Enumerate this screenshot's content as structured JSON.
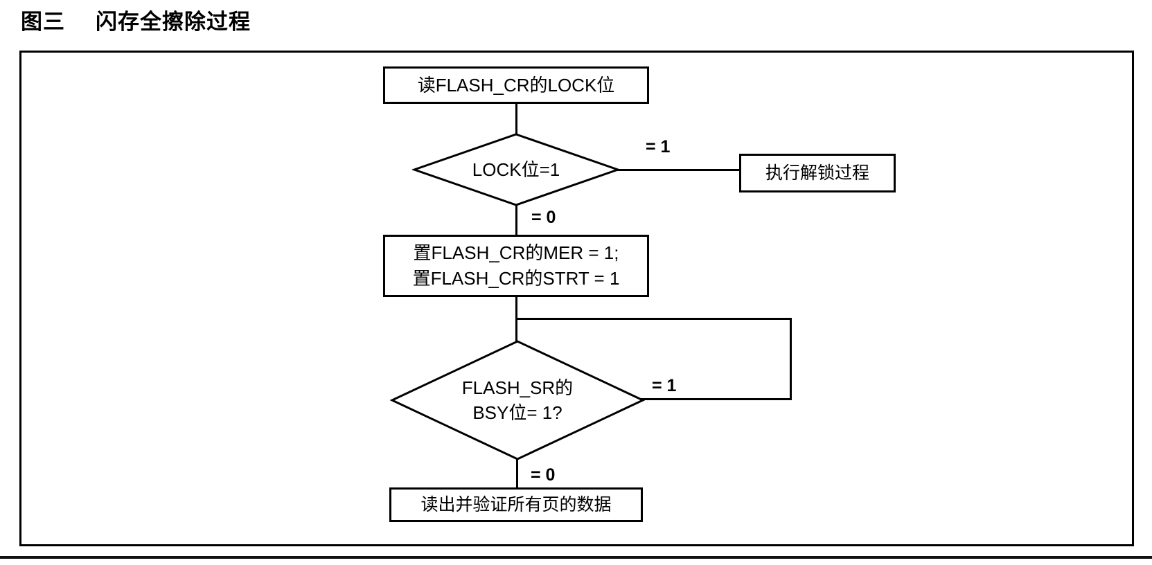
{
  "figure": {
    "number": "图三",
    "title": "闪存全擦除过程"
  },
  "flowchart": {
    "read_lock_box": "读FLASH_CR的LOCK位",
    "lock_decision": "LOCK位=1",
    "lock_yes_label": "= 1",
    "unlock_box": "执行解锁过程",
    "lock_no_label": "= 0",
    "set_bits_box_line1": "置FLASH_CR的MER = 1;",
    "set_bits_box_line2": "置FLASH_CR的STRT = 1",
    "bsy_decision_line1": "FLASH_SR的",
    "bsy_decision_line2": "BSY位= 1?",
    "bsy_yes_label": "= 1",
    "bsy_no_label": "= 0",
    "verify_box": "读出并验证所有页的数据"
  },
  "colors": {
    "line": "#000000",
    "text": "#000000",
    "background": "#ffffff"
  }
}
